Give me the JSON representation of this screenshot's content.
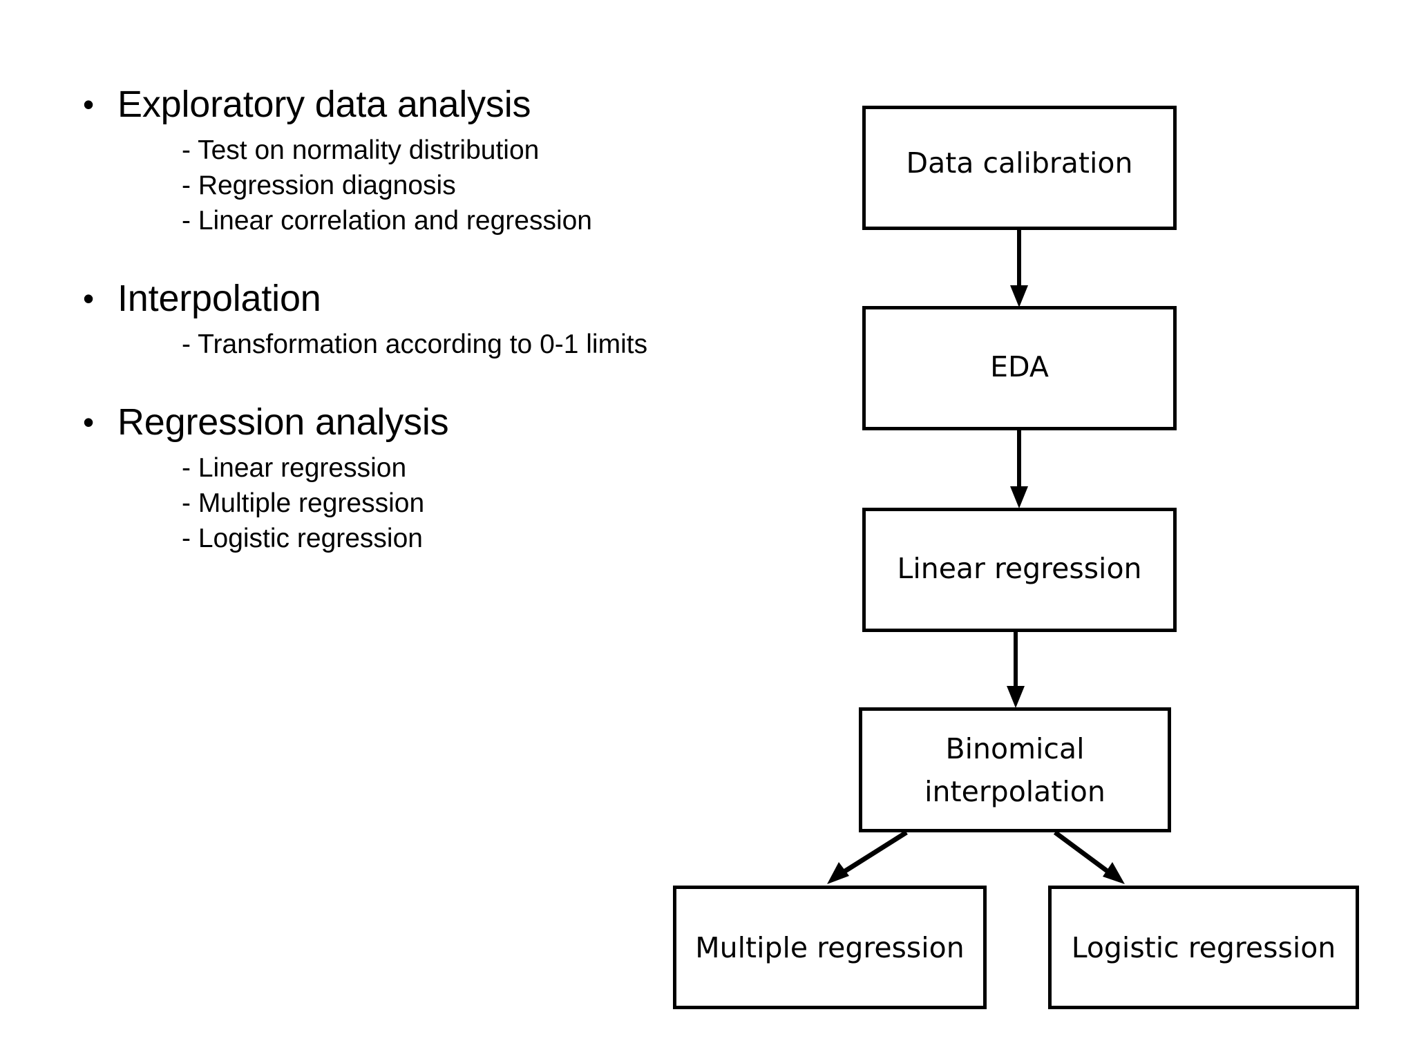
{
  "slide": {
    "background_color": "#ffffff",
    "text_color": "#000000"
  },
  "bullets": [
    {
      "marker": "•",
      "title": "Exploratory data analysis",
      "sub_items": [
        "- Test on normality distribution",
        "- Regression diagnosis",
        "- Linear correlation and regression"
      ]
    },
    {
      "marker": "•",
      "title": "Interpolation",
      "sub_items": [
        "- Transformation according to 0-1 limits"
      ]
    },
    {
      "marker": "•",
      "title": "Regression analysis",
      "sub_items": [
        "- Linear regression",
        "- Multiple regression",
        "- Logistic regression"
      ]
    }
  ],
  "flowchart": {
    "stroke_color": "#000000",
    "fill_color": "#ffffff",
    "nodes": [
      {
        "id": "data-calibration",
        "label": "Data calibration"
      },
      {
        "id": "eda",
        "label": "EDA"
      },
      {
        "id": "linear",
        "label": "Linear regression"
      },
      {
        "id": "binomical",
        "label": "Binomical\ninterpolation"
      },
      {
        "id": "multiple",
        "label": "Multiple regression"
      },
      {
        "id": "logistic",
        "label": "Logistic regression"
      }
    ],
    "edges": [
      {
        "from": "data-calibration",
        "to": "eda",
        "style": "vertical-arrow"
      },
      {
        "from": "eda",
        "to": "linear",
        "style": "vertical-arrow"
      },
      {
        "from": "linear",
        "to": "binomical",
        "style": "vertical-arrow"
      },
      {
        "from": "binomical",
        "to": "multiple",
        "style": "diagonal-arrow-left"
      },
      {
        "from": "binomical",
        "to": "logistic",
        "style": "diagonal-arrow-right"
      }
    ]
  }
}
